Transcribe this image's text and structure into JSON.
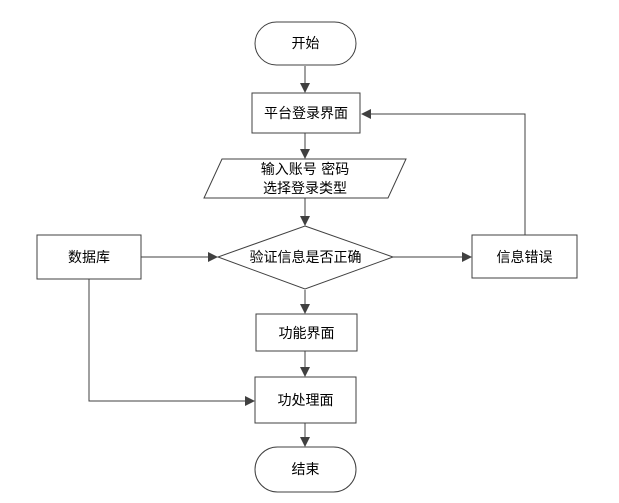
{
  "nodes": {
    "start": {
      "label": "开始"
    },
    "login_screen": {
      "label": "平台登录界面"
    },
    "input": {
      "label_line1": "输入账号 密码",
      "label_line2": "选择登录类型"
    },
    "verify": {
      "label": "验证信息是否正确"
    },
    "database": {
      "label": "数据库"
    },
    "error": {
      "label": "信息错误"
    },
    "function_screen": {
      "label": "功能界面"
    },
    "processing": {
      "label": "功处理面"
    },
    "end": {
      "label": "结束"
    }
  },
  "colors": {
    "stroke": "#404040",
    "fill": "#ffffff",
    "text": "#000000"
  }
}
